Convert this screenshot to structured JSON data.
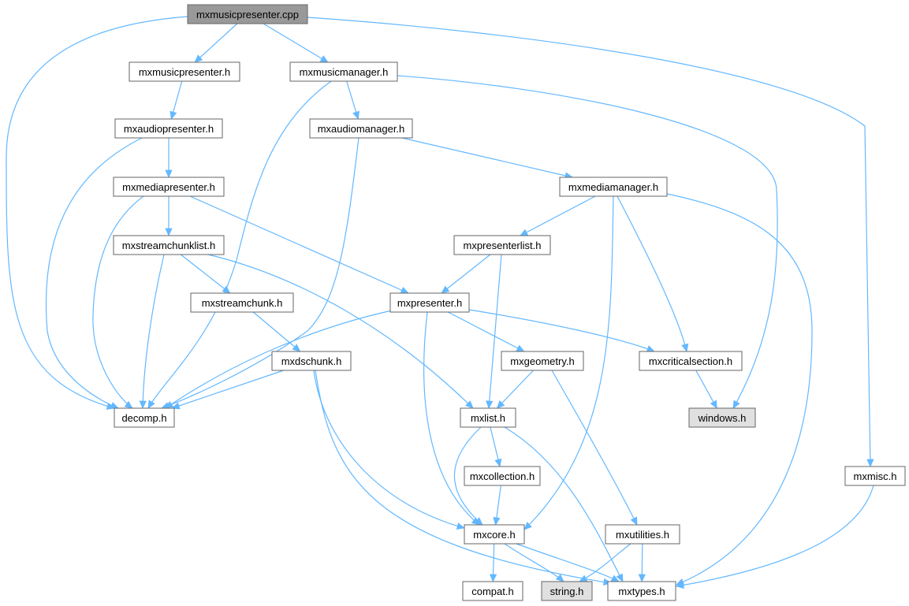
{
  "colors": {
    "edge": "#63b8ff",
    "root_fill": "#999999",
    "node_fill": "#ffffff",
    "system_fill": "#e0e0e0",
    "border": "#666666"
  },
  "nodes": [
    {
      "id": "mxmusicpresenter_cpp",
      "label": "mxmusicpresenter.cpp",
      "kind": "root"
    },
    {
      "id": "mxmusicpresenter_h",
      "label": "mxmusicpresenter.h",
      "kind": "normal"
    },
    {
      "id": "mxmusicmanager_h",
      "label": "mxmusicmanager.h",
      "kind": "normal"
    },
    {
      "id": "mxaudiopresenter_h",
      "label": "mxaudiopresenter.h",
      "kind": "normal"
    },
    {
      "id": "mxaudiomanager_h",
      "label": "mxaudiomanager.h",
      "kind": "normal"
    },
    {
      "id": "mxmediapresenter_h",
      "label": "mxmediapresenter.h",
      "kind": "normal"
    },
    {
      "id": "mxmediamanager_h",
      "label": "mxmediamanager.h",
      "kind": "normal"
    },
    {
      "id": "mxstreamchunklist_h",
      "label": "mxstreamchunklist.h",
      "kind": "normal"
    },
    {
      "id": "mxpresenterlist_h",
      "label": "mxpresenterlist.h",
      "kind": "normal"
    },
    {
      "id": "mxstreamchunk_h",
      "label": "mxstreamchunk.h",
      "kind": "normal"
    },
    {
      "id": "mxpresenter_h",
      "label": "mxpresenter.h",
      "kind": "normal"
    },
    {
      "id": "mxdschunk_h",
      "label": "mxdschunk.h",
      "kind": "normal"
    },
    {
      "id": "mxgeometry_h",
      "label": "mxgeometry.h",
      "kind": "normal"
    },
    {
      "id": "mxcriticalsection_h",
      "label": "mxcriticalsection.h",
      "kind": "normal"
    },
    {
      "id": "decomp_h",
      "label": "decomp.h",
      "kind": "normal"
    },
    {
      "id": "mxlist_h",
      "label": "mxlist.h",
      "kind": "normal"
    },
    {
      "id": "windows_h",
      "label": "windows.h",
      "kind": "system"
    },
    {
      "id": "mxmisc_h",
      "label": "mxmisc.h",
      "kind": "normal"
    },
    {
      "id": "mxcollection_h",
      "label": "mxcollection.h",
      "kind": "normal"
    },
    {
      "id": "mxcore_h",
      "label": "mxcore.h",
      "kind": "normal"
    },
    {
      "id": "mxutilities_h",
      "label": "mxutilities.h",
      "kind": "normal"
    },
    {
      "id": "compat_h",
      "label": "compat.h",
      "kind": "normal"
    },
    {
      "id": "string_h",
      "label": "string.h",
      "kind": "system"
    },
    {
      "id": "mxtypes_h",
      "label": "mxtypes.h",
      "kind": "normal"
    }
  ],
  "edges": [
    {
      "from": "mxmusicpresenter_cpp",
      "to": "mxmusicpresenter_h"
    },
    {
      "from": "mxmusicpresenter_cpp",
      "to": "mxmusicmanager_h"
    },
    {
      "from": "mxmusicpresenter_cpp",
      "to": "decomp_h"
    },
    {
      "from": "mxmusicpresenter_cpp",
      "to": "mxmisc_h"
    },
    {
      "from": "mxmusicpresenter_h",
      "to": "mxaudiopresenter_h"
    },
    {
      "from": "mxmusicmanager_h",
      "to": "mxaudiomanager_h"
    },
    {
      "from": "mxmusicmanager_h",
      "to": "decomp_h"
    },
    {
      "from": "mxmusicmanager_h",
      "to": "windows_h"
    },
    {
      "from": "mxaudiopresenter_h",
      "to": "mxmediapresenter_h"
    },
    {
      "from": "mxaudiopresenter_h",
      "to": "decomp_h"
    },
    {
      "from": "mxaudiomanager_h",
      "to": "mxmediamanager_h"
    },
    {
      "from": "mxaudiomanager_h",
      "to": "decomp_h"
    },
    {
      "from": "mxmediapresenter_h",
      "to": "mxstreamchunklist_h"
    },
    {
      "from": "mxmediapresenter_h",
      "to": "mxpresenter_h"
    },
    {
      "from": "mxmediapresenter_h",
      "to": "decomp_h"
    },
    {
      "from": "mxmediamanager_h",
      "to": "mxpresenterlist_h"
    },
    {
      "from": "mxmediamanager_h",
      "to": "mxcriticalsection_h"
    },
    {
      "from": "mxmediamanager_h",
      "to": "mxcore_h"
    },
    {
      "from": "mxmediamanager_h",
      "to": "mxtypes_h"
    },
    {
      "from": "mxstreamchunklist_h",
      "to": "mxstreamchunk_h"
    },
    {
      "from": "mxstreamchunklist_h",
      "to": "decomp_h"
    },
    {
      "from": "mxstreamchunklist_h",
      "to": "mxlist_h"
    },
    {
      "from": "mxpresenterlist_h",
      "to": "mxpresenter_h"
    },
    {
      "from": "mxpresenterlist_h",
      "to": "mxlist_h"
    },
    {
      "from": "mxstreamchunk_h",
      "to": "mxdschunk_h"
    },
    {
      "from": "mxpresenter_h",
      "to": "mxgeometry_h"
    },
    {
      "from": "mxpresenter_h",
      "to": "mxcriticalsection_h"
    },
    {
      "from": "mxpresenter_h",
      "to": "decomp_h"
    },
    {
      "from": "mxpresenter_h",
      "to": "mxcore_h"
    },
    {
      "from": "mxdschunk_h",
      "to": "decomp_h"
    },
    {
      "from": "mxdschunk_h",
      "to": "mxcore_h"
    },
    {
      "from": "mxdschunk_h",
      "to": "mxtypes_h"
    },
    {
      "from": "mxgeometry_h",
      "to": "mxlist_h"
    },
    {
      "from": "mxgeometry_h",
      "to": "mxutilities_h"
    },
    {
      "from": "mxcriticalsection_h",
      "to": "windows_h"
    },
    {
      "from": "mxlist_h",
      "to": "mxcollection_h"
    },
    {
      "from": "mxlist_h",
      "to": "mxcore_h"
    },
    {
      "from": "mxlist_h",
      "to": "mxtypes_h"
    },
    {
      "from": "mxmisc_h",
      "to": "mxtypes_h"
    },
    {
      "from": "mxcollection_h",
      "to": "mxcore_h"
    },
    {
      "from": "mxcore_h",
      "to": "compat_h"
    },
    {
      "from": "mxcore_h",
      "to": "string_h"
    },
    {
      "from": "mxcore_h",
      "to": "mxtypes_h"
    },
    {
      "from": "mxutilities_h",
      "to": "string_h"
    },
    {
      "from": "mxutilities_h",
      "to": "mxtypes_h"
    }
  ]
}
